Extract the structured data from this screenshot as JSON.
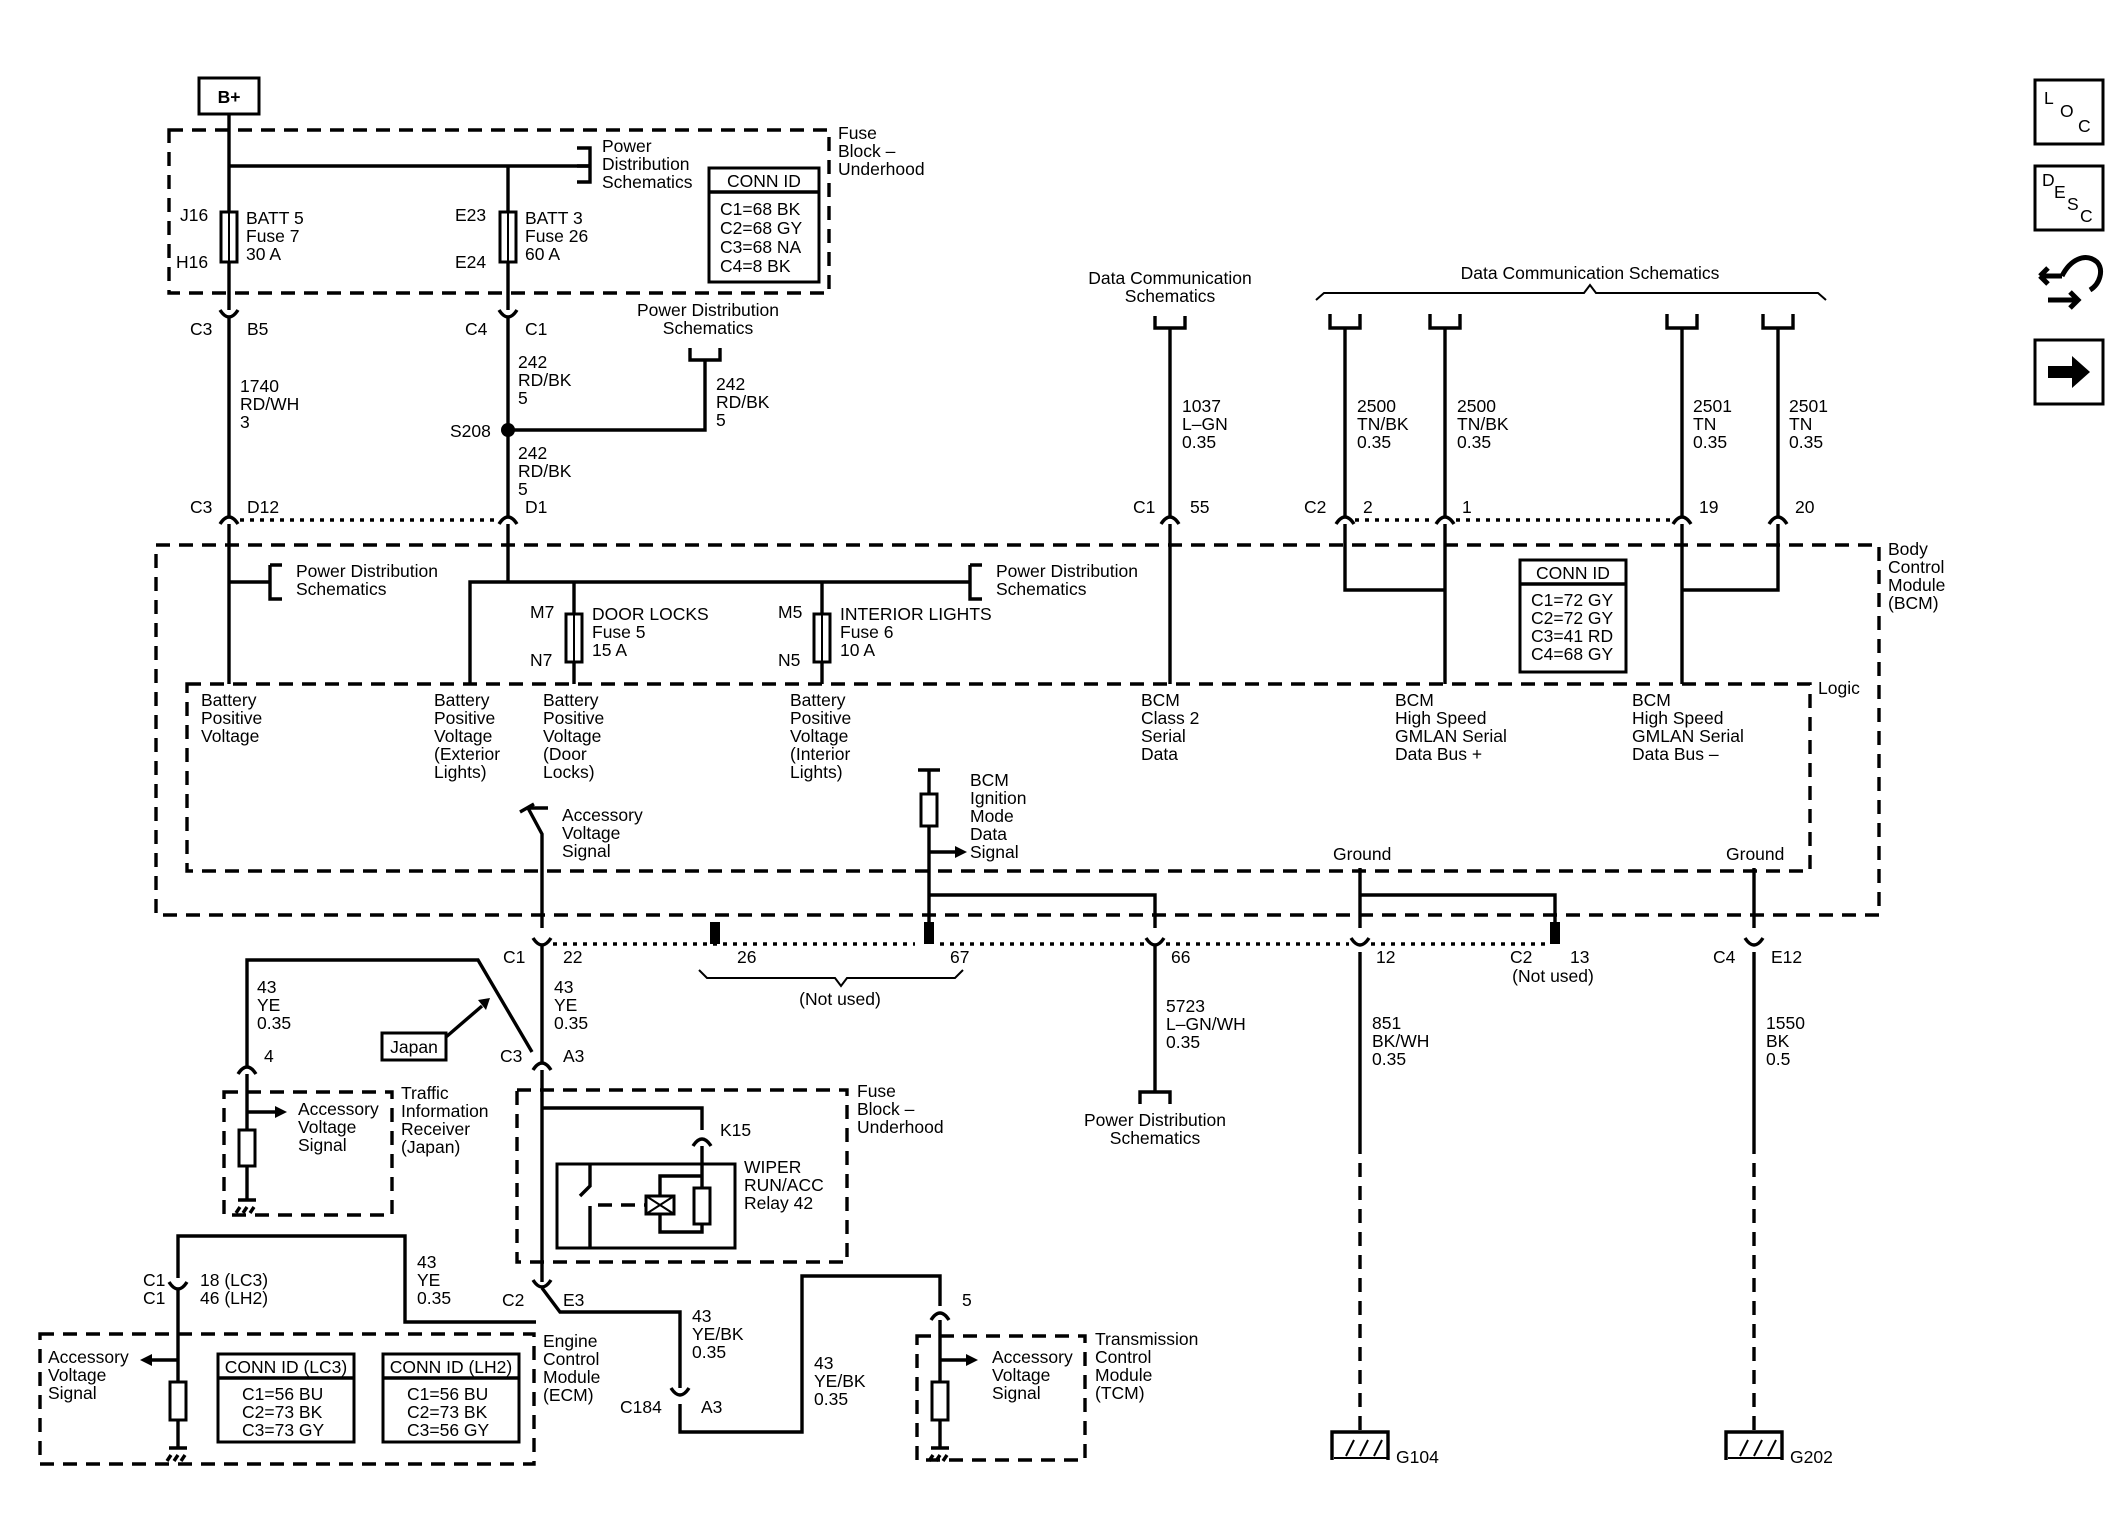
{
  "power": {
    "bplus": "B+"
  },
  "fuse_block_top": {
    "title": [
      "Fuse",
      "Block –",
      "Underhood"
    ],
    "pds_ref": [
      "Power",
      "Distribution",
      "Schematics"
    ],
    "conn_id": {
      "title": "CONN ID",
      "rows": [
        "C1=68 BK",
        "C2=68 GY",
        "C3=68 NA",
        "C4=8 BK"
      ]
    },
    "fuse1": {
      "top_pin": "J16",
      "bottom_pin": "H16",
      "lines": [
        "BATT 5",
        "Fuse 7",
        "30 A"
      ]
    },
    "fuse2": {
      "top_pin": "E23",
      "bottom_pin": "E24",
      "lines": [
        "BATT 3",
        "Fuse 26",
        "60 A"
      ]
    }
  },
  "connectors_top": {
    "c3": "C3",
    "b5": "B5",
    "c4": "C4",
    "c1": "C1",
    "c3b": "C3",
    "d12": "D12",
    "d1": "D1",
    "c1b": "C1",
    "p55": "55",
    "c2": "C2",
    "p2": "2",
    "p1": "1",
    "p19": "19",
    "p20": "20"
  },
  "wires_top": {
    "w1740": [
      "1740",
      "RD/WH",
      "3"
    ],
    "w242a": [
      "242",
      "RD/BK",
      "5"
    ],
    "w242b": [
      "242",
      "RD/BK",
      "5"
    ],
    "w242c": [
      "242",
      "RD/BK",
      "5"
    ],
    "s208": "S208",
    "pds_mid": [
      "Power Distribution",
      "Schematics"
    ],
    "w1037": [
      "1037",
      "L–GN",
      "0.35"
    ],
    "w2500a": [
      "2500",
      "TN/BK",
      "0.35"
    ],
    "w2500b": [
      "2500",
      "TN/BK",
      "0.35"
    ],
    "w2501a": [
      "2501",
      "TN",
      "0.35"
    ],
    "w2501b": [
      "2501",
      "TN",
      "0.35"
    ]
  },
  "data_comm": {
    "single": [
      "Data Communication",
      "Schematics"
    ],
    "bus": "Data Communication Schematics"
  },
  "bcm": {
    "title": [
      "Body",
      "Control",
      "Module",
      "(BCM)"
    ],
    "logic": "Logic",
    "pds1": [
      "Power Distribution",
      "Schematics"
    ],
    "pds2": [
      "Power Distribution",
      "Schematics"
    ],
    "conn_id": {
      "title": "CONN ID",
      "rows": [
        "C1=72 GY",
        "C2=72 GY",
        "C3=41 RD",
        "C4=68 GY"
      ]
    },
    "fuse_door": {
      "top_pin": "M7",
      "bottom_pin": "N7",
      "lines": [
        "DOOR LOCKS",
        "Fuse 5",
        "15 A"
      ]
    },
    "fuse_int": {
      "top_pin": "M5",
      "bottom_pin": "N5",
      "lines": [
        "INTERIOR LIGHTS",
        "Fuse 6",
        "10 A"
      ]
    },
    "lbl_bpv": [
      "Battery",
      "Positive",
      "Voltage"
    ],
    "lbl_ext": [
      "Battery",
      "Positive",
      "Voltage",
      "(Exterior",
      "Lights)"
    ],
    "lbl_door": [
      "Battery",
      "Positive",
      "Voltage",
      "(Door",
      "Locks)"
    ],
    "lbl_int": [
      "Battery",
      "Positive",
      "Voltage",
      "(Interior",
      "Lights)"
    ],
    "lbl_class2": [
      "BCM",
      "Class 2",
      "Serial",
      "Data"
    ],
    "lbl_hsp": [
      "BCM",
      "High Speed",
      "GMLAN Serial",
      "Data Bus +"
    ],
    "lbl_hsn": [
      "BCM",
      "High Speed",
      "GMLAN Serial",
      "Data Bus –"
    ],
    "lbl_acc": [
      "Accessory",
      "Voltage",
      "Signal"
    ],
    "lbl_ign": [
      "BCM",
      "Ignition",
      "Mode",
      "Data",
      "Signal"
    ],
    "ground1": "Ground",
    "ground2": "Ground"
  },
  "connectors_bottom": {
    "c1": "C1",
    "p22": "22",
    "p26": "26",
    "p67": "67",
    "not_used1": "(Not used)",
    "p66": "66",
    "p12": "12",
    "c2": "C2",
    "p13": "13",
    "not_used2": "(Not used)",
    "c4": "C4",
    "e12": "E12"
  },
  "wires_bottom": {
    "w43_bcm": [
      "43",
      "YE",
      "0.35"
    ],
    "w43_tir": [
      "43",
      "YE",
      "0.35"
    ],
    "p4": "4",
    "japan": "Japan",
    "c3": "C3",
    "a3": "A3",
    "w5723": [
      "5723",
      "L–GN/WH",
      "0.35"
    ],
    "pds_bottom": [
      "Power Distribution",
      "Schematics"
    ],
    "w851": [
      "851",
      "BK/WH",
      "0.35"
    ],
    "w1550": [
      "1550",
      "BK",
      "0.5"
    ],
    "g104": "G104",
    "g202": "G202"
  },
  "tir": {
    "sig": [
      "Accessory",
      "Voltage",
      "Signal"
    ],
    "title": [
      "Traffic",
      "Information",
      "Receiver",
      "(Japan)"
    ]
  },
  "fuse_block_bottom": {
    "title": [
      "Fuse",
      "Block –",
      "Underhood"
    ],
    "k15": "K15",
    "relay": [
      "WIPER",
      "RUN/ACC",
      "Relay 42"
    ]
  },
  "ecm": {
    "c1a": "C1",
    "c1b": "C1",
    "pin_lc3": "18 (LC3)",
    "pin_lh2": "46 (LH2)",
    "w43": [
      "43",
      "YE",
      "0.35"
    ],
    "c2": "C2",
    "e3": "E3",
    "sig": [
      "Accessory",
      "Voltage",
      "Signal"
    ],
    "title": [
      "Engine",
      "Control",
      "Module",
      "(ECM)"
    ],
    "conn_lc3": {
      "title": "CONN ID (LC3)",
      "rows": [
        "C1=56 BU",
        "C2=73 BK",
        "C3=73 GY"
      ]
    },
    "conn_lh2": {
      "title": "CONN ID (LH2)",
      "rows": [
        "C1=56 BU",
        "C2=73 BK",
        "C3=56 GY"
      ]
    }
  },
  "tcm_path": {
    "w43a": [
      "43",
      "YE/BK",
      "0.35"
    ],
    "c184": "C184",
    "a3": "A3",
    "w43b": [
      "43",
      "YE/BK",
      "0.35"
    ],
    "p5": "5"
  },
  "tcm": {
    "sig": [
      "Accessory",
      "Voltage",
      "Signal"
    ],
    "title": [
      "Transmission",
      "Control",
      "Module",
      "(TCM)"
    ]
  },
  "nav": {
    "loc": [
      "L",
      "O",
      "C"
    ],
    "desc": [
      "D",
      "E",
      "S",
      "C"
    ],
    "icons": [
      "location-icon",
      "description-icon",
      "harness-icon",
      "next-arrow-icon"
    ]
  }
}
